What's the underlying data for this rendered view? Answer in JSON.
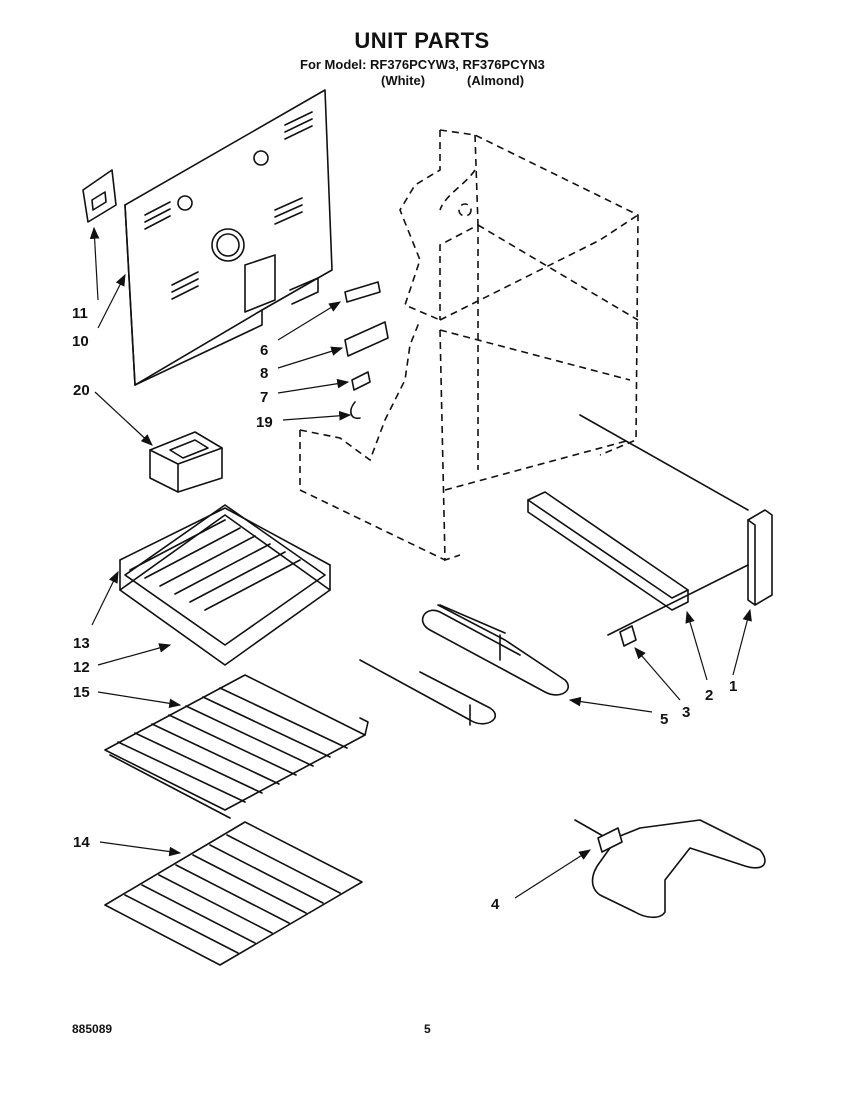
{
  "header": {
    "title": "UNIT PARTS",
    "model_line": "For Model: RF376PCYW3, RF376PCYN3",
    "variant_white": "(White)",
    "variant_almond": "(Almond)"
  },
  "footer": {
    "doc_number": "885089",
    "page_number": "5"
  },
  "callouts": {
    "c1": "1",
    "c2": "2",
    "c3": "3",
    "c4": "4",
    "c5": "5",
    "c6": "6",
    "c7": "7",
    "c8": "8",
    "c10": "10",
    "c11": "11",
    "c12": "12",
    "c13": "13",
    "c14": "14",
    "c15": "15",
    "c19": "19",
    "c20": "20"
  }
}
